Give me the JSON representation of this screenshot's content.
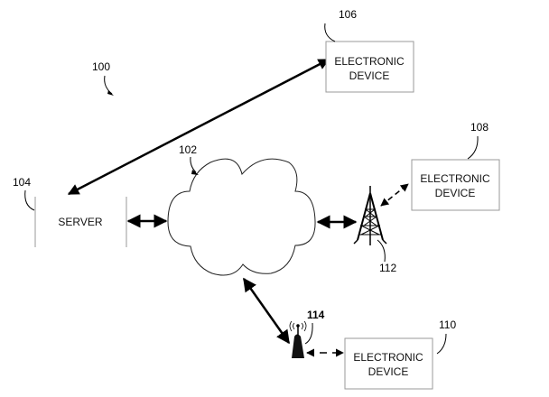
{
  "diagram": {
    "system_ref": "100",
    "network": {
      "ref": "102"
    },
    "server": {
      "ref": "104",
      "label": "SERVER"
    },
    "devices": [
      {
        "ref": "106",
        "line1": "ELECTRONIC",
        "line2": "DEVICE"
      },
      {
        "ref": "108",
        "line1": "ELECTRONIC",
        "line2": "DEVICE"
      },
      {
        "ref": "110",
        "line1": "ELECTRONIC",
        "line2": "DEVICE"
      }
    ],
    "cell_tower": {
      "ref": "112"
    },
    "access_point": {
      "ref": "114"
    },
    "colors": {
      "line": "#000000",
      "box_border": "#9a9a9a",
      "cloud_stroke": "#222222"
    }
  }
}
